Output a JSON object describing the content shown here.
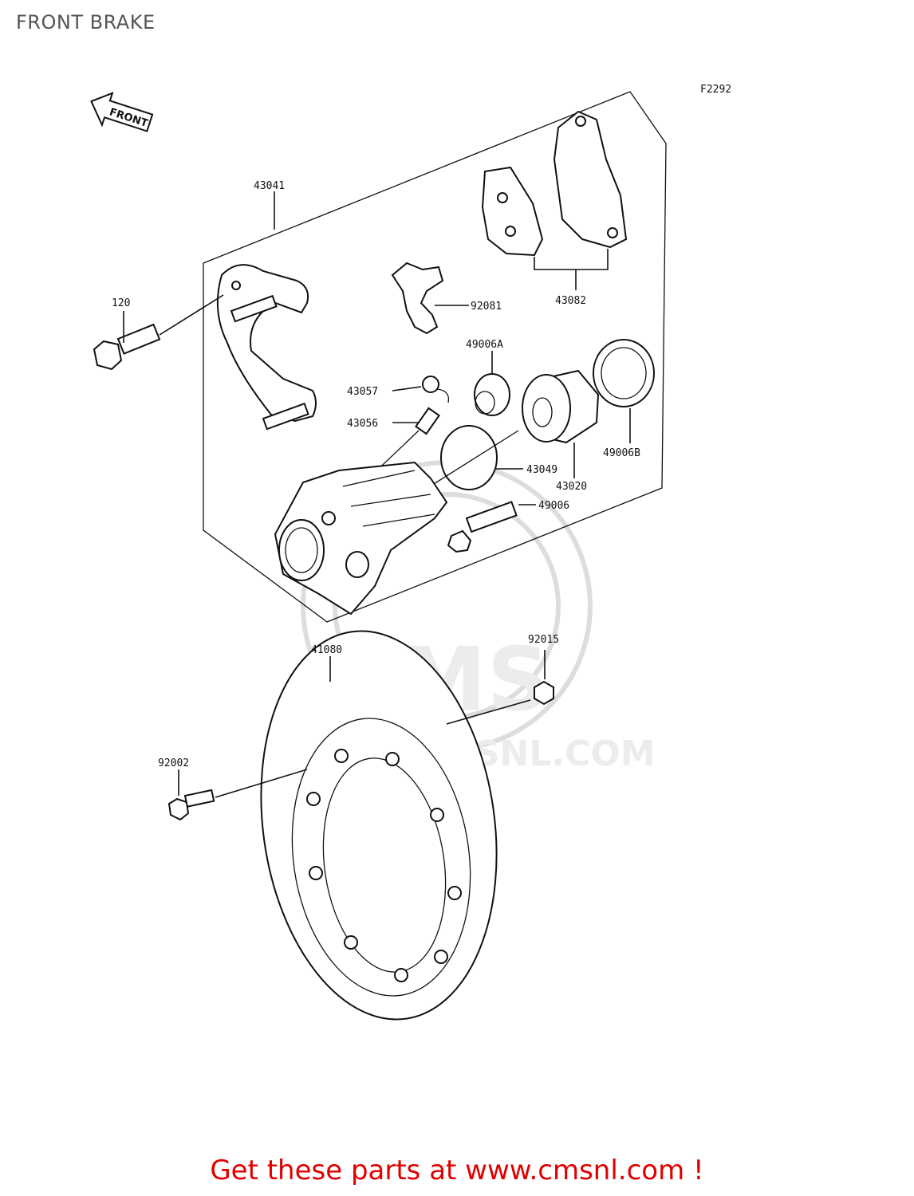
{
  "page": {
    "title": "FRONT BRAKE",
    "figure_code": "F2292",
    "watermark_logo": "CMS",
    "watermark_url": "WWW.CMSNL.COM",
    "front_arrow_label": "FRONT",
    "footer_cta": "Get these parts at www.cmsnl.com !"
  },
  "labels": {
    "caliper_assy": "43041",
    "bolt_120": "120",
    "pad_spring": "92081",
    "pad_set": "43082",
    "dust_seal_a": "49006A",
    "bleeder_cap": "43057",
    "bleeder_valve": "43056",
    "piston_seal": "43049",
    "piston": "43020",
    "seal_b": "49006B",
    "dust_seal": "49006",
    "disc": "41080",
    "nut": "92015",
    "disc_bolt": "92002"
  }
}
